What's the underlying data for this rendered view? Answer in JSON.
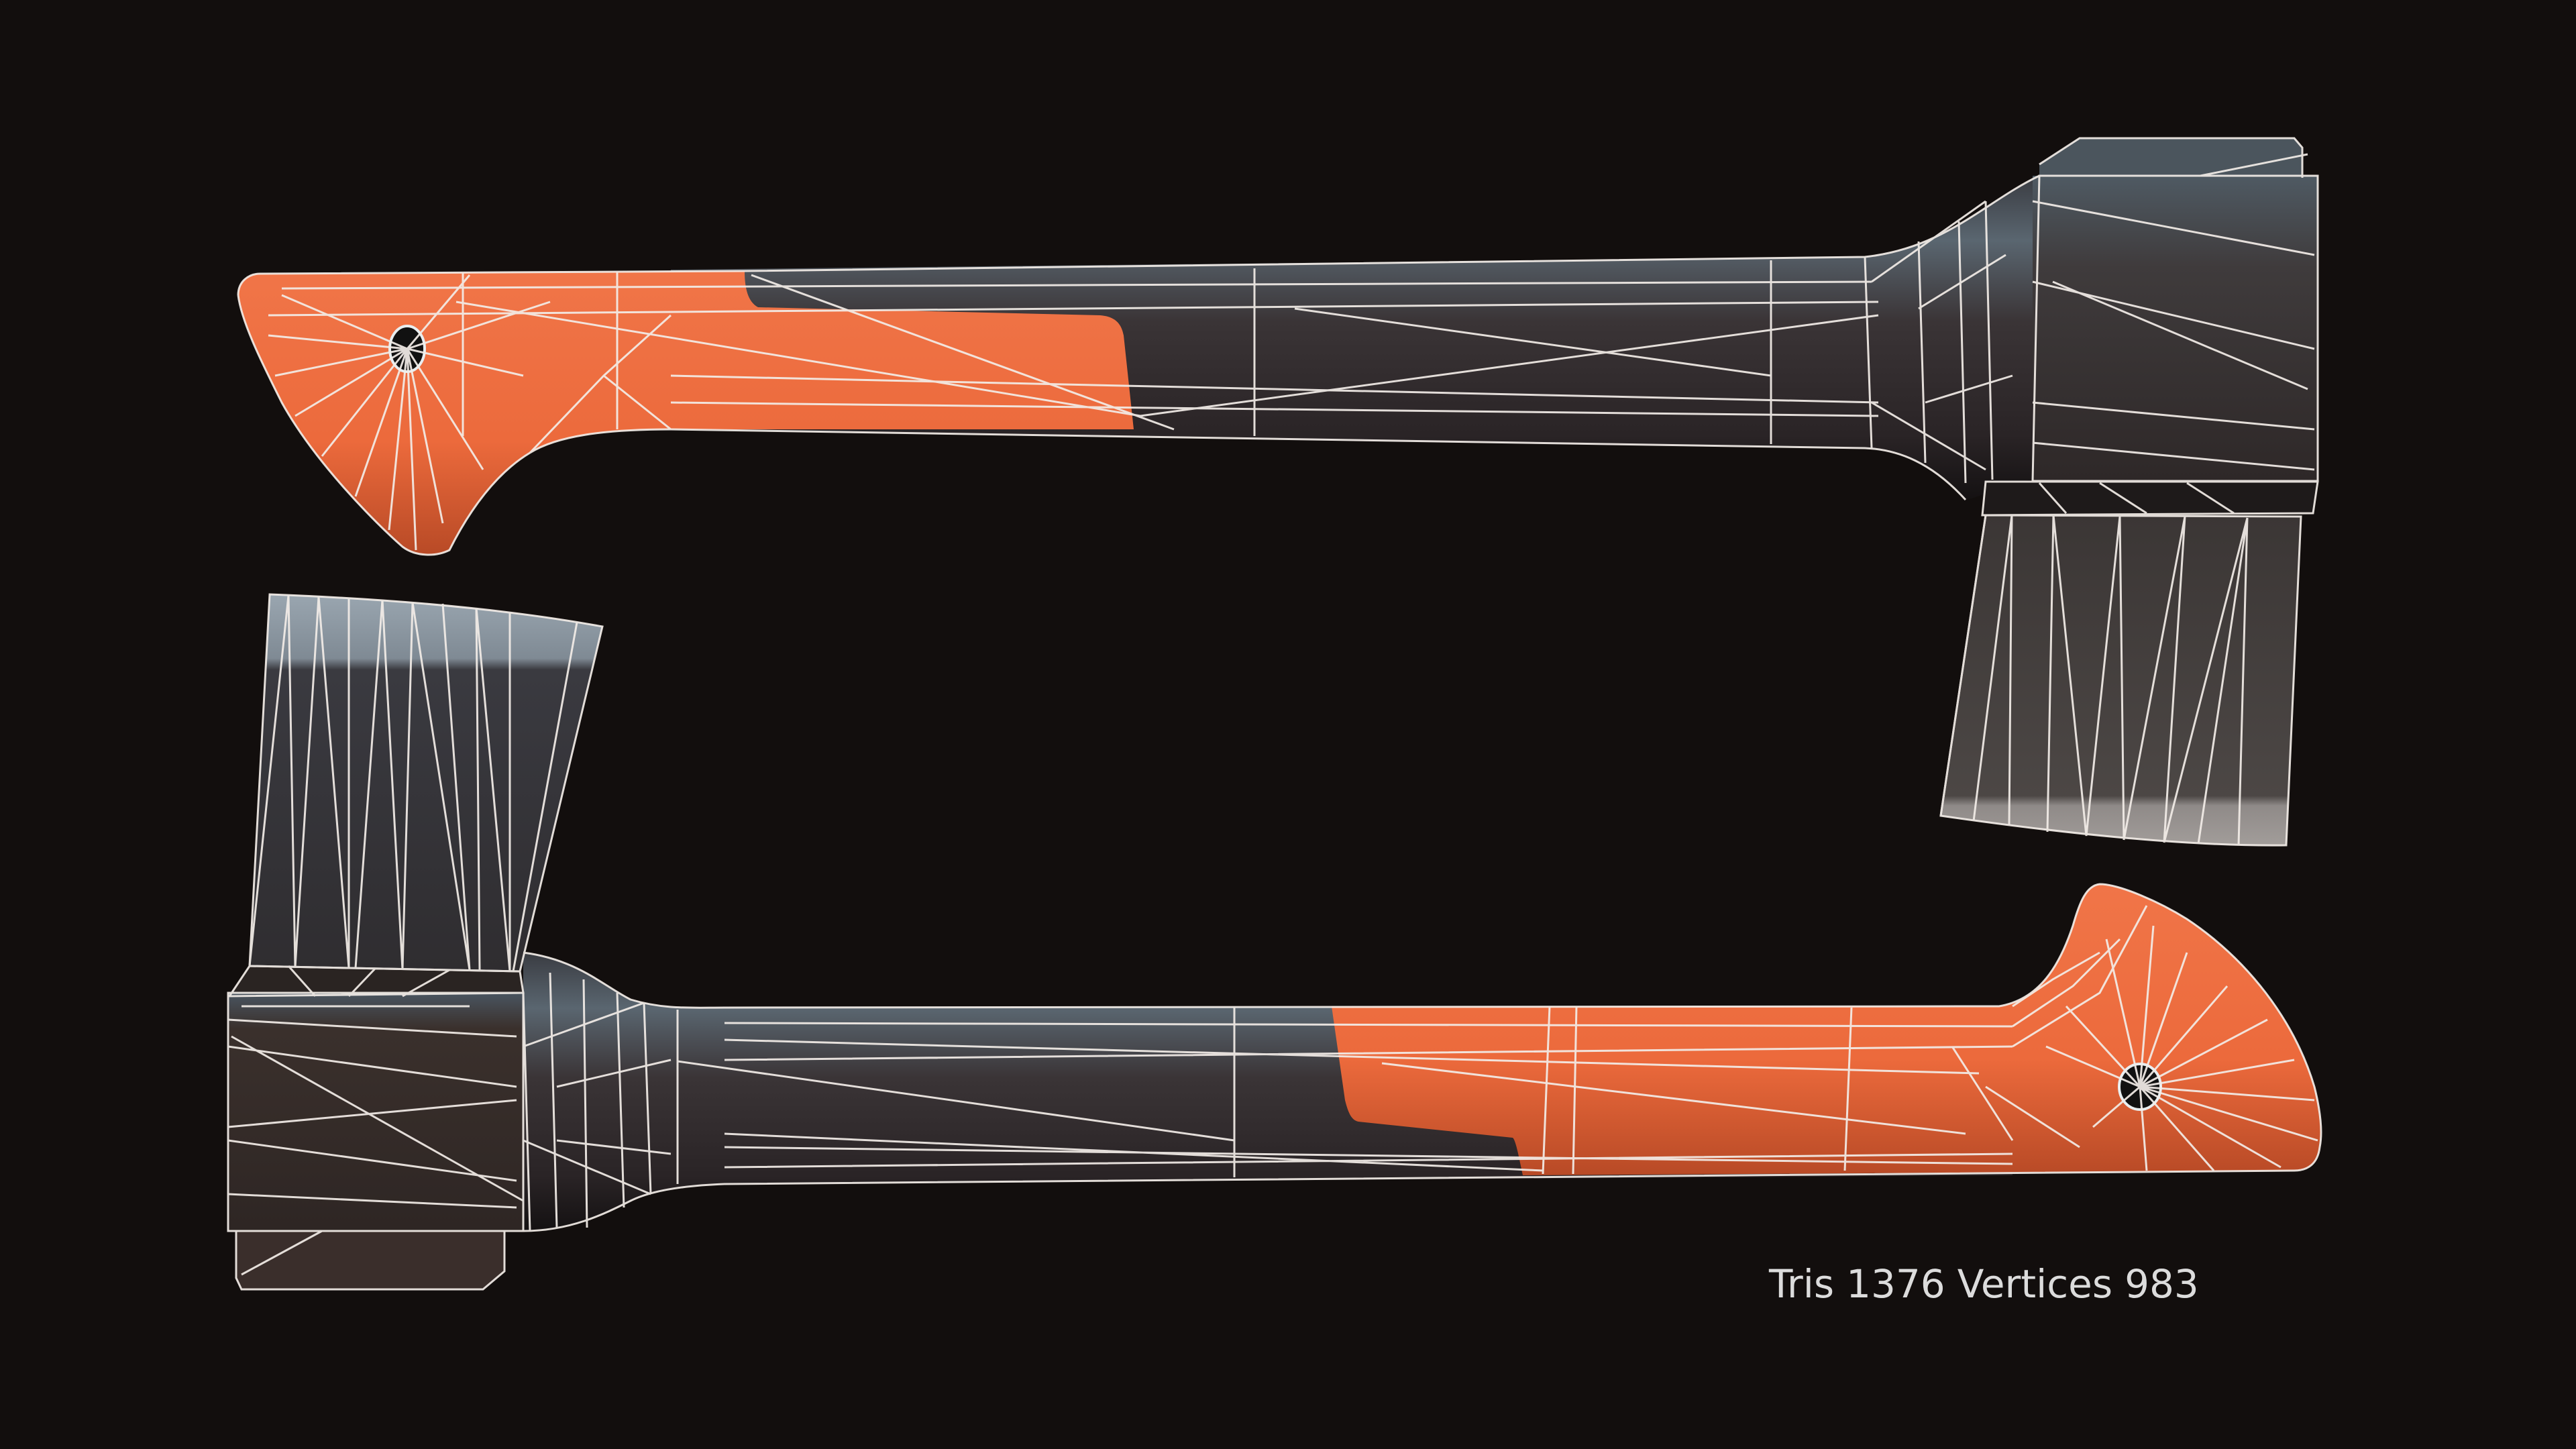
{
  "scene": {
    "background": "#120e0d",
    "description": "Low-poly hatchet model render with wireframe overlay, shown twice (mirrored)"
  },
  "colors": {
    "orange_grip": "#ec6a3c",
    "orange_shadow": "#c9532c",
    "handle_dark": "#2f2a2b",
    "handle_highlight": "#56626d",
    "metal_head": "#3d3837",
    "blade_grey": "#4a4644",
    "blade_edge": "#9a9593",
    "wire": "#f3ede8",
    "hole": "#111111"
  },
  "stats": {
    "tris_label": "Tris",
    "tris_value": "1376",
    "vertices_label": "Vertices",
    "vertices_value": "983"
  },
  "models": [
    {
      "name": "top-hatchet",
      "orientation": "head-right-blade-down"
    },
    {
      "name": "bottom-hatchet",
      "orientation": "head-left-blade-up"
    }
  ]
}
